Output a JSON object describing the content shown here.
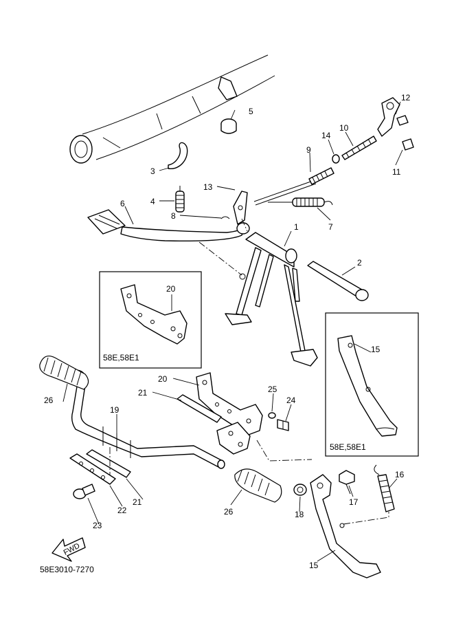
{
  "callouts": [
    "1",
    "2",
    "3",
    "4",
    "5",
    "6",
    "7",
    "8",
    "9",
    "10",
    "11",
    "12",
    "13",
    "14",
    "15",
    "16",
    "17",
    "18",
    "19",
    "20",
    "21",
    "22",
    "23",
    "24",
    "25",
    "26"
  ],
  "callouts_extra": {
    "callout_15b": "15",
    "callout_20b": "20",
    "callout_21b": "21",
    "callout_26b": "26"
  },
  "variant_labels": {
    "box_left": "58E,58E1",
    "box_right": "58E,58E1"
  },
  "fwd_label": "FWD",
  "catalog_code": "58E3010-7270"
}
